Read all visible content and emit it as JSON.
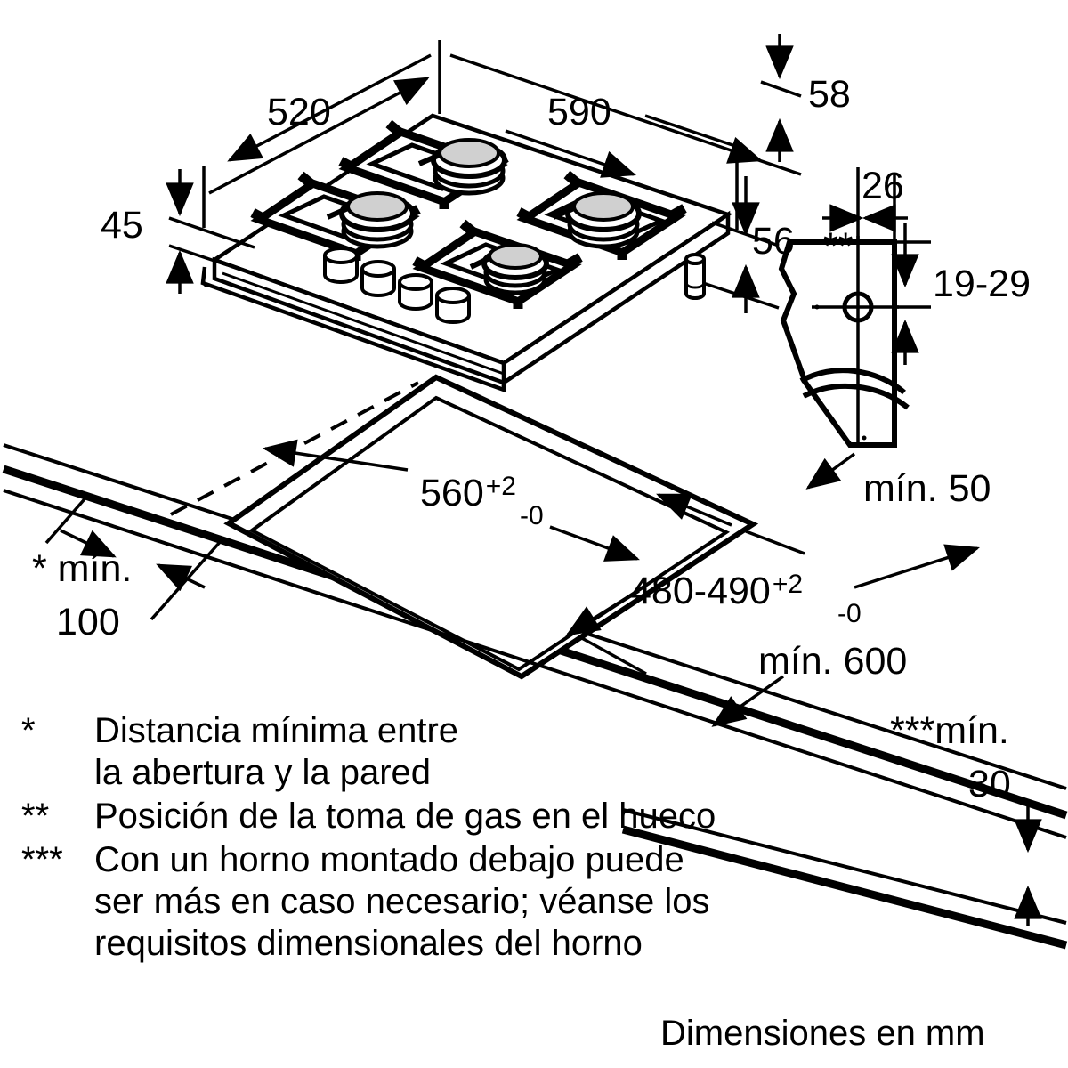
{
  "drawing": {
    "title": "Gas hob installation dimension drawing",
    "units_note": "Dimensiones en mm",
    "line_color": "#000000",
    "burner_cap_color": "#d0d0d0",
    "background_color": "#ffffff"
  },
  "dimensions": {
    "depth_520": "520",
    "width_590": "590",
    "top_edge_58": "58",
    "body_height_56": "56",
    "frame_45": "45",
    "gas_inlet_26": "26",
    "gas_inlet_offset": "19-29",
    "cutout_width": "560",
    "cutout_width_tol_plus": "+2",
    "cutout_width_tol_minus": "-0",
    "cutout_depth": "480-490",
    "cutout_depth_tol_plus": "+2",
    "cutout_depth_tol_minus": "-0",
    "min_wall_left": "* mín.",
    "min_wall_left_value": "100",
    "min_rear": "mín. 50",
    "min_worktop": "mín. 600",
    "min_below": "***mín.",
    "min_below_value": "30",
    "gas_pos_marker": "**"
  },
  "footnotes": [
    {
      "marker": "*",
      "lines": [
        "Distancia mínima entre",
        "la abertura y la pared"
      ]
    },
    {
      "marker": "**",
      "lines": [
        "Posición de la toma de gas en el hueco"
      ]
    },
    {
      "marker": "***",
      "lines": [
        "Con un horno montado debajo puede",
        "ser más en caso necesario; véanse los",
        "requisitos dimensionales del horno"
      ]
    }
  ],
  "units_label": "Dimensiones en mm",
  "icons": {
    "arrow": "arrow-head-icon",
    "burner": "gas-burner-icon",
    "knob": "control-knob-icon",
    "bracket": "gas-inlet-bracket-icon"
  }
}
